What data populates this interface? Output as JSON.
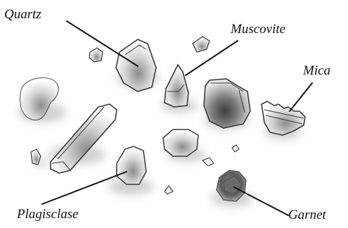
{
  "labels": {
    "quartz": "Quartz",
    "muscovite": "Muscovite",
    "mica": "Mica",
    "plagisclase": "Plagisclase",
    "garnet": "Garnet"
  },
  "colors": {
    "outline": "#3a3a3a",
    "shadow": "#9a9a9a",
    "dark_core": "#4a4a4a",
    "leader": "#111111"
  }
}
